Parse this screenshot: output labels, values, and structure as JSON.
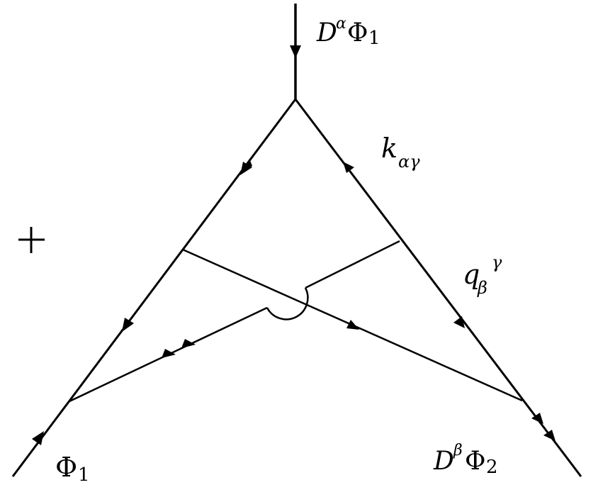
{
  "diagram": {
    "type": "feynman-supergraph",
    "prefix_symbol": "+",
    "labels": {
      "top_external": {
        "base": "D",
        "sup": "α",
        "field": "Φ",
        "sub": "1"
      },
      "bottom_left_external": {
        "field": "Φ",
        "sub": "1"
      },
      "bottom_right_external": {
        "base": "D",
        "sup": "β",
        "field": "Φ",
        "sub": "2"
      },
      "right_upper_momentum": {
        "base": "k",
        "sub": "αγ"
      },
      "right_lower_momentum": {
        "base": "q",
        "sub": "β",
        "sup": "γ"
      }
    },
    "colors": {
      "line": "#000000",
      "background": "#ffffff"
    }
  }
}
